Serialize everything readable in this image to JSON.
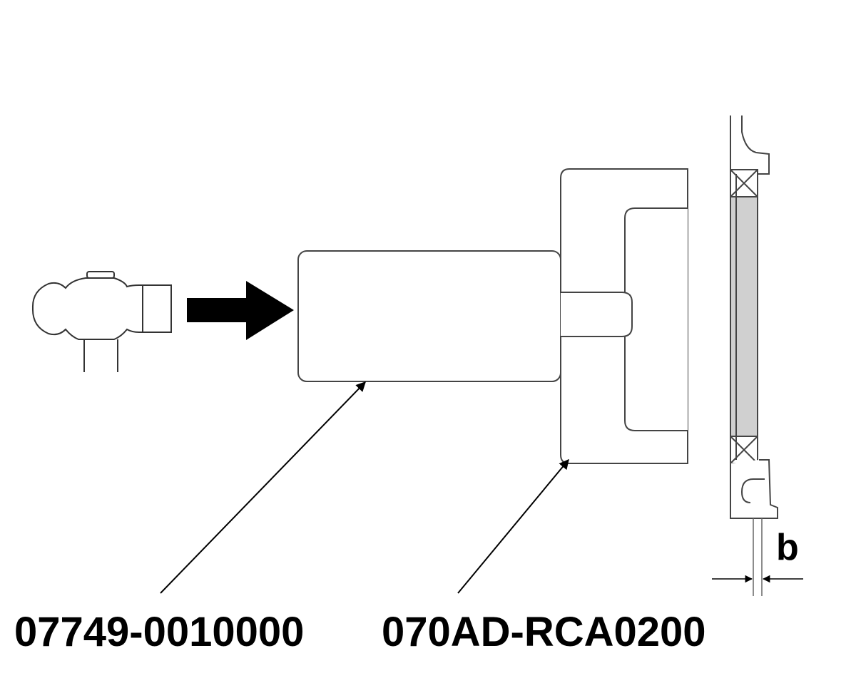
{
  "labels": {
    "driver_part_number": "07749-0010000",
    "attachment_part_number": "070AD-RCA0200",
    "dimension_label": "b"
  },
  "icons": [
    "hammer-icon",
    "direction-arrow-icon",
    "driver-tool",
    "attachment-tool",
    "housing-with-bearing"
  ],
  "colors": {
    "line": "#000000",
    "bearing_fill": "#d0d0d0",
    "background": "#ffffff"
  }
}
